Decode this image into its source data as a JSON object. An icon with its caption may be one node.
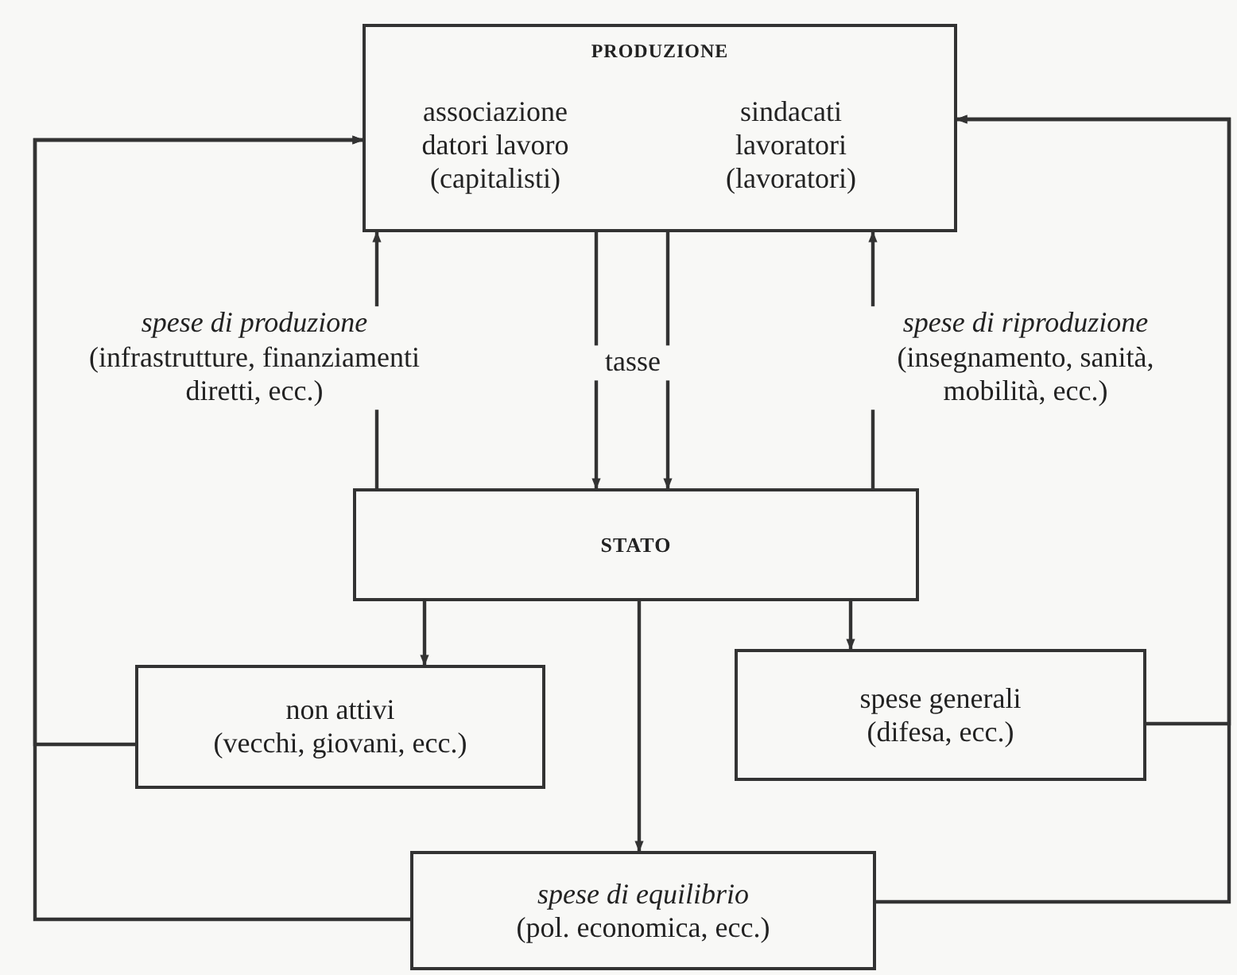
{
  "diagram": {
    "nodes": [
      {
        "text": [
          "PRODUZIONE"
        ]
      },
      {
        "text": [
          "associazione datori lavoro (capitalisti)"
        ],
        "in": 0
      },
      {
        "text": [
          "sindacati lavoratori (lavoratori)"
        ],
        "in": 0
      },
      {
        "text": [
          "STATO"
        ]
      },
      {
        "text": [
          "non attivi",
          "(vecchi, giovani, ecc.)"
        ]
      },
      {
        "text": [
          "spese generali",
          "(difesa, ecc.)"
        ]
      },
      {
        "text": [
          "spese di equilibrio",
          "(pol. economica, ecc.)"
        ]
      }
    ],
    "edges": [
      {
        "from": 3,
        "to": 0,
        "arrow": "to",
        "label": "*spese di produzione* (infrastrutture, finanziamenti diretti, ecc.)"
      },
      {
        "from": 3,
        "to": 0,
        "arrow": "to",
        "label": "*spese di riproduzione* (insegnamento, sanità, mobilità, ecc.)"
      },
      {
        "from": 0,
        "to": 3,
        "arrow": "to",
        "label": "tasse"
      },
      {
        "from": 0,
        "to": 3,
        "arrow": "to"
      },
      {
        "from": 3,
        "to": 4,
        "arrow": "to"
      },
      {
        "from": 3,
        "to": 5,
        "arrow": "to"
      },
      {
        "from": 3,
        "to": 6,
        "arrow": "to"
      },
      {
        "from": 4,
        "to": 0,
        "arrow": "to"
      },
      {
        "from": 6,
        "to": 0,
        "arrow": "to"
      },
      {
        "from": 5,
        "to": 0,
        "arrow": "to"
      },
      {
        "from": 6,
        "to": 0,
        "arrow": "to"
      }
    ]
  }
}
